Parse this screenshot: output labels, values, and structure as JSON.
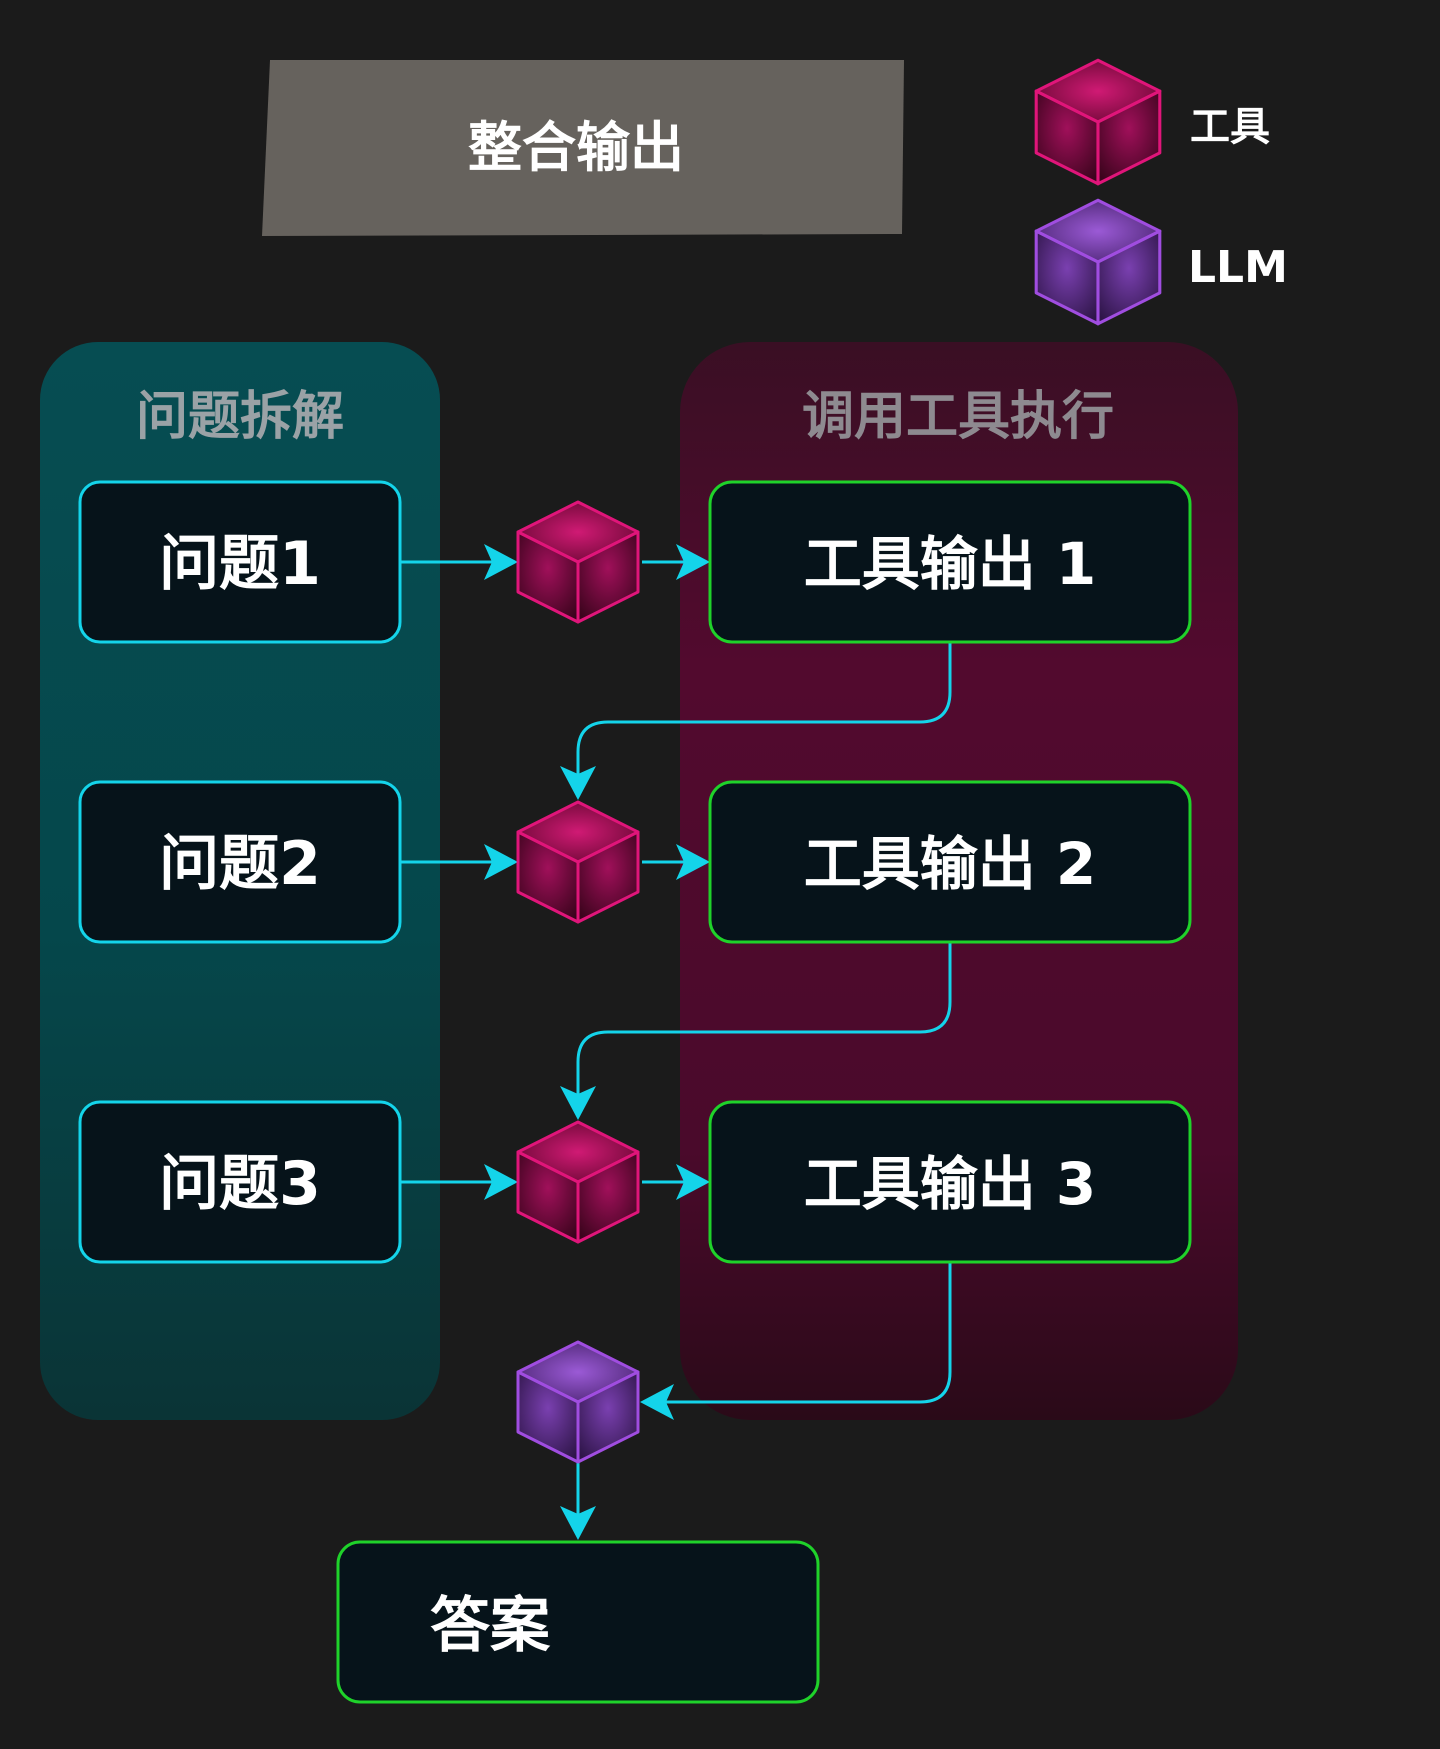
{
  "title_banner": {
    "label": "整合输出"
  },
  "legend": {
    "items": [
      {
        "kind": "tool",
        "label": "工具"
      },
      {
        "kind": "llm",
        "label": "LLM"
      }
    ]
  },
  "panels": {
    "decompose": {
      "title": "问题拆解"
    },
    "tools": {
      "title": "调用工具执行"
    }
  },
  "questions": [
    "问题1",
    "问题2",
    "问题3"
  ],
  "tool_outputs": [
    "工具输出 1",
    "工具输出 2",
    "工具输出 3"
  ],
  "answer": {
    "label": "答案"
  },
  "colors": {
    "background": "#1b1b1b",
    "banner": "#66625d",
    "decompose_panel": "#05494d",
    "tools_panel": "#4a0a2b",
    "question_border": "#14d4ea",
    "output_border": "#1fd22a",
    "box_fill": "#06131a",
    "arrow": "#14d4ea",
    "tool_cube": "#e0157a",
    "llm_cube": "#a04de0",
    "panel_title": "#9aa2a6"
  }
}
